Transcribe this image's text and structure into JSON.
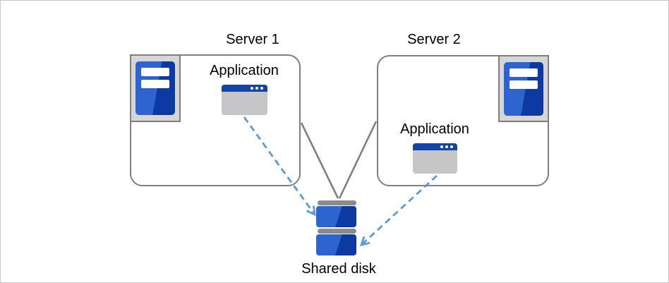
{
  "colors": {
    "canvas_border": "#c8c8c8",
    "box_border": "#7f7f7f",
    "connector": "#808080",
    "arrow_blue": "#5b9bd5",
    "blue_light": "#2d64d0",
    "blue_dark": "#0c3aa0",
    "titlebar_blue": "#1345a8",
    "plate_fill": "#d6d6d6",
    "plate_border": "#7f7f7f",
    "app_body": "#c6c6c9",
    "disk_bar": "#8a8a8a",
    "label_text": "#000000"
  },
  "diagram": {
    "server1": {
      "title": "Server 1",
      "app_label": "Application",
      "icon": "server-tower-icon"
    },
    "server2": {
      "title": "Server 2",
      "app_label": "Application",
      "icon": "server-tower-icon"
    },
    "shared_disk": {
      "label": "Shared disk",
      "icon": "disk-stack-icon",
      "units": 2
    },
    "connections": [
      {
        "from": "server1-box",
        "to": "shared-disk",
        "style": "solid-gray-line"
      },
      {
        "from": "server2-box",
        "to": "shared-disk",
        "style": "solid-gray-line"
      },
      {
        "from": "server1-application",
        "to": "shared-disk",
        "style": "dashed-blue-arrow"
      },
      {
        "from": "server2-application",
        "to": "shared-disk",
        "style": "dashed-blue-arrow"
      }
    ]
  }
}
